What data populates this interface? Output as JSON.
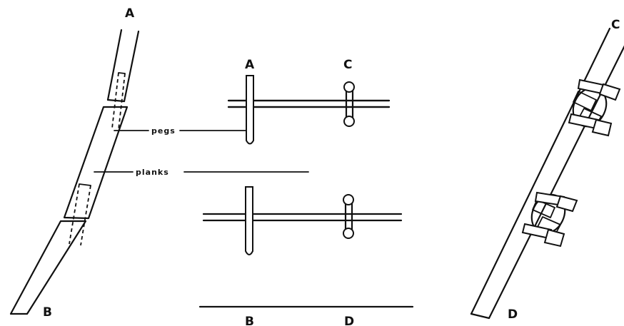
{
  "labels": {
    "left_top": "A",
    "left_bottom": "B",
    "center_top_left": "A",
    "center_top_right": "C",
    "center_bottom_left": "B",
    "center_bottom_right": "D",
    "right_top": "C",
    "right_bottom": "D"
  },
  "callouts": {
    "pegs": "pegs",
    "planks": "planks"
  }
}
